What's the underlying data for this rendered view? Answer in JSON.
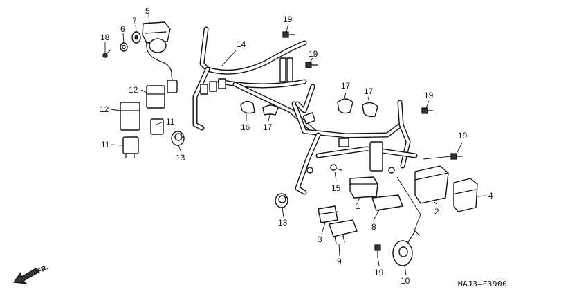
{
  "callouts": {
    "c1": "1",
    "c2": "2",
    "c3": "3",
    "c4": "4",
    "c5": "5",
    "c6": "6",
    "c7": "7",
    "c8": "8",
    "c9": "9",
    "c10": "10",
    "c11a": "11",
    "c11b": "11",
    "c12a": "12",
    "c12b": "12",
    "c13a": "13",
    "c13b": "13",
    "c14": "14",
    "c15": "15",
    "c16": "16",
    "c17a": "17",
    "c17b": "17",
    "c17c": "17",
    "c18": "18",
    "c19a": "19",
    "c19b": "19",
    "c19c": "19",
    "c19d": "19",
    "c19e": "19"
  },
  "direction_label": "FR.",
  "diagram_code": "MAJ3–F3900"
}
